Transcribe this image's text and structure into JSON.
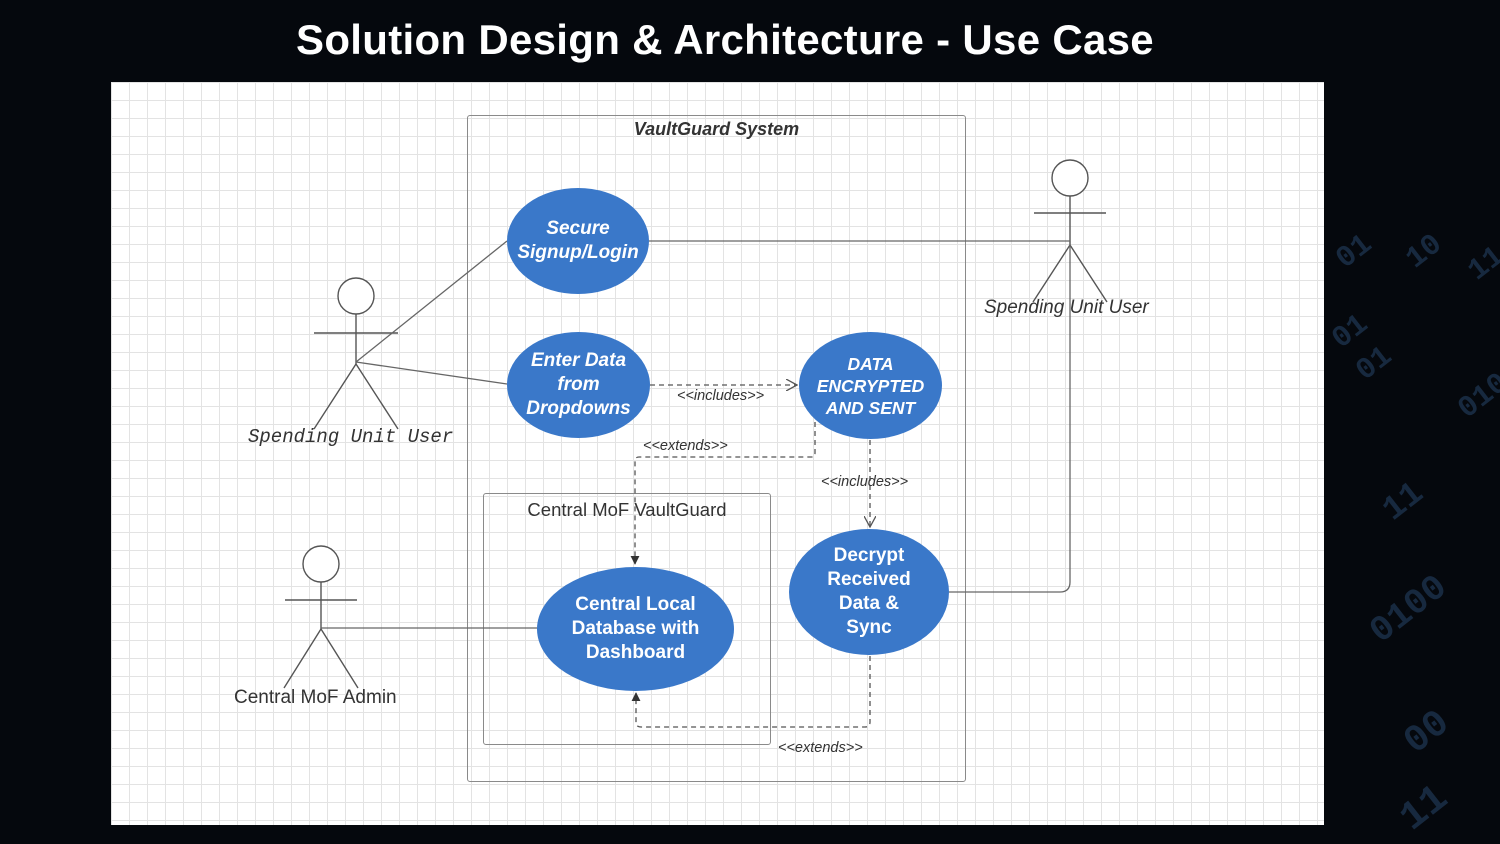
{
  "slide": {
    "title": "Solution Design & Architecture - Use Case"
  },
  "background_digits": [
    "01",
    "10",
    "11",
    "01",
    "01",
    "010",
    "11",
    "0100",
    "00",
    "11"
  ],
  "diagram": {
    "system_boundary": "VaultGuard System",
    "sub_boundary": "Central MoF VaultGuard",
    "actors": {
      "left_user": "Spending Unit User",
      "right_user": "Spending Unit User",
      "admin": "Central MoF Admin"
    },
    "use_cases": {
      "login": "Secure\nSignup/Login",
      "enter_data": "Enter Data\nfrom\nDropdowns",
      "encrypted": "DATA\nENCRYPTED\nAND SENT",
      "decrypt": "Decrypt\nReceived\nData &\nSync",
      "central_db": "Central Local\nDatabase with\nDashboard"
    },
    "relations": {
      "includes_1": "<<includes>>",
      "includes_2": "<<includes>>",
      "extends_1": "<<extends>>",
      "extends_2": "<<extends>>"
    },
    "colors": {
      "use_case_fill": "#3a78c9",
      "line": "#555555",
      "slide_background": "#05080d"
    }
  }
}
